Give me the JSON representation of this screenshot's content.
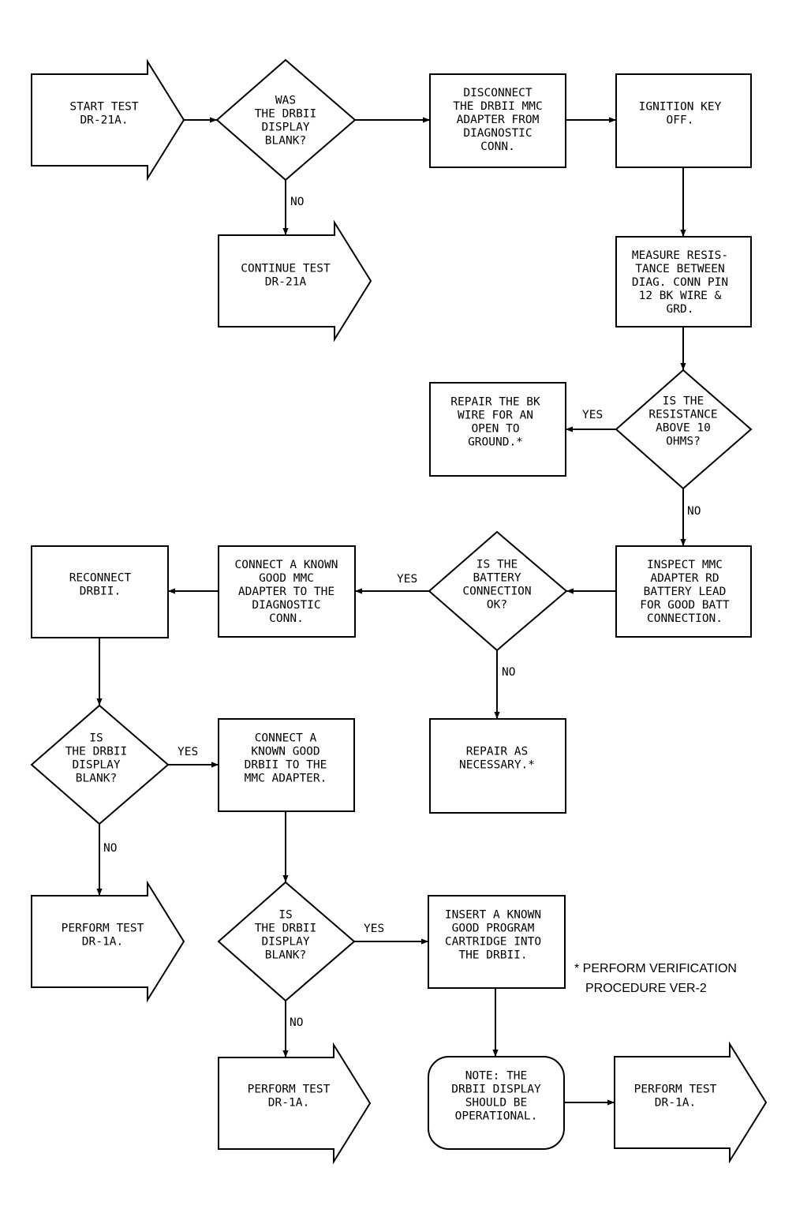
{
  "nodes": {
    "start": [
      "START TEST",
      "DR-21A."
    ],
    "q_blank1": [
      "WAS",
      "THE DRBII",
      "DISPLAY",
      "BLANK?"
    ],
    "disconnect": [
      "DISCONNECT",
      "THE DRBII MMC",
      "ADAPTER FROM",
      "DIAGNOSTIC",
      "CONN."
    ],
    "ignition": [
      "IGNITION KEY",
      "OFF."
    ],
    "continue": [
      "CONTINUE TEST",
      "DR-21A"
    ],
    "measure": [
      "MEASURE RESIS-",
      "TANCE BETWEEN",
      "DIAG. CONN PIN",
      "12 BK WIRE &",
      "GRD."
    ],
    "q_resistance": [
      "IS THE",
      "RESISTANCE",
      "ABOVE 10",
      "OHMS?"
    ],
    "repair_bk": [
      "REPAIR THE BK",
      "WIRE FOR AN",
      "OPEN TO",
      "GROUND.*"
    ],
    "inspect": [
      "INSPECT MMC",
      "ADAPTER RD",
      "BATTERY LEAD",
      "FOR GOOD BATT",
      "CONNECTION."
    ],
    "q_battery": [
      "IS THE",
      "BATTERY",
      "CONNECTION",
      "OK?"
    ],
    "connect_adapter": [
      "CONNECT A KNOWN",
      "GOOD MMC",
      "ADAPTER TO THE",
      "DIAGNOSTIC",
      "CONN."
    ],
    "reconnect": [
      "RECONNECT",
      "DRBII."
    ],
    "repair_nec": [
      "REPAIR AS",
      "NECESSARY.*"
    ],
    "q_blank2": [
      "IS",
      "THE DRBII",
      "DISPLAY",
      "BLANK?"
    ],
    "connect_drb": [
      "CONNECT A",
      "KNOWN GOOD",
      "DRBII TO THE",
      "MMC ADAPTER."
    ],
    "perform1": [
      "PERFORM TEST",
      "DR-1A."
    ],
    "q_blank3": [
      "IS",
      "THE DRBII",
      "DISPLAY",
      "BLANK?"
    ],
    "insert": [
      "INSERT A KNOWN",
      "GOOD PROGRAM",
      "CARTRIDGE INTO",
      "THE DRBII."
    ],
    "perform2": [
      "PERFORM TEST",
      "DR-1A."
    ],
    "note_op": [
      "NOTE: THE",
      "DRBII DISPLAY",
      "SHOULD BE",
      "OPERATIONAL."
    ],
    "perform3": [
      "PERFORM TEST",
      "DR-1A."
    ]
  },
  "edge_labels": {
    "no": "NO",
    "yes": "YES"
  },
  "footnote": [
    "* PERFORM VERIFICATION",
    "PROCEDURE VER-2"
  ]
}
